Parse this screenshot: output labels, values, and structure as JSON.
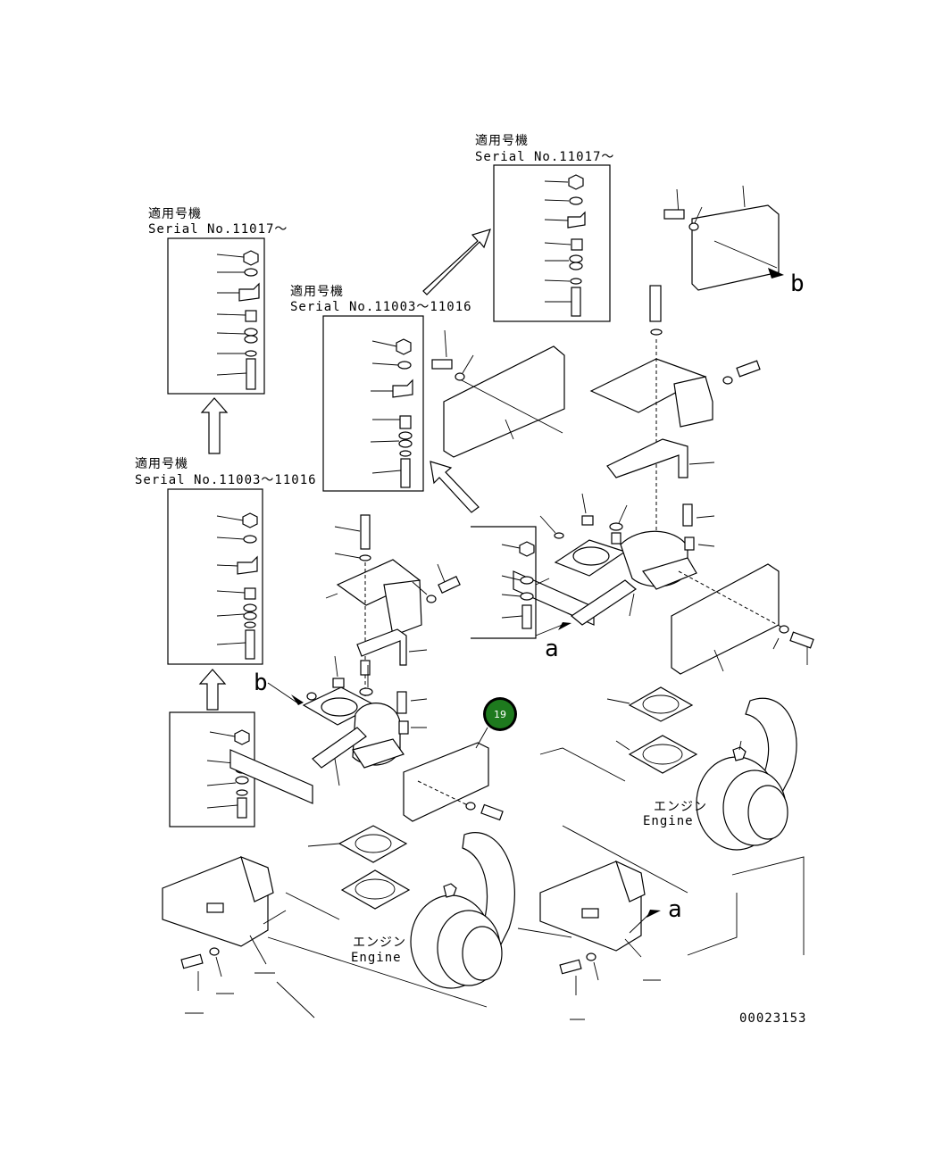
{
  "labels": {
    "applicable_jp": "適用号機",
    "serial_11017": "Serial No.11017～",
    "serial_11003_11016": "Serial No.11003～11016",
    "engine_jp": "エンジン",
    "engine_en": "Engine",
    "view_a": "a",
    "view_b": "b",
    "drawing_number": "00023153"
  },
  "callout": {
    "number": "19",
    "color": "#1e7a1e",
    "ring_color": "#000000"
  }
}
